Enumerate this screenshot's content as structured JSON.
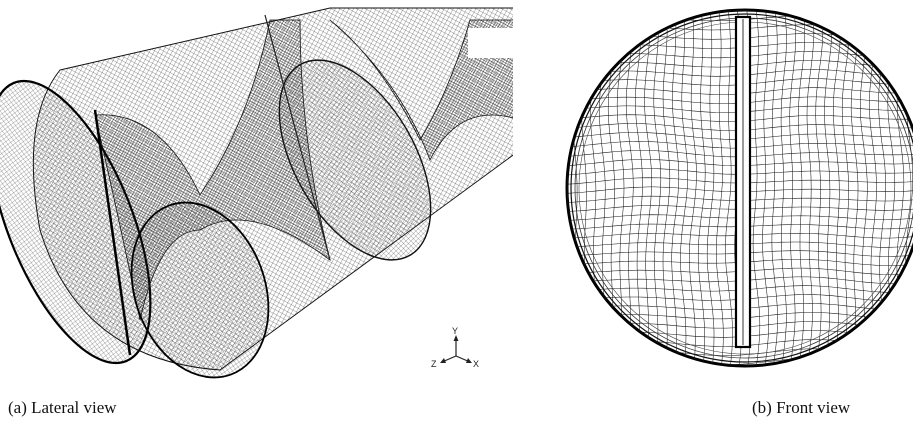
{
  "captions": {
    "lateral": "(a) Lateral view",
    "front": "(b) Front view"
  },
  "axes": {
    "x": "X",
    "y": "Y",
    "z": "Z"
  },
  "colors": {
    "mesh": "#1a1a1a",
    "background": "#ffffff"
  }
}
